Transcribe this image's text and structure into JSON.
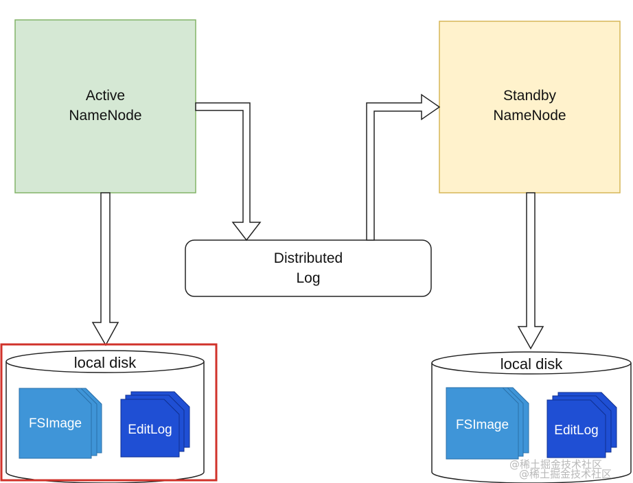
{
  "nodes": {
    "active": {
      "line1": "Active",
      "line2": "NameNode"
    },
    "standby": {
      "line1": "Standby",
      "line2": "NameNode"
    },
    "log": {
      "line1": "Distributed",
      "line2": "Log"
    }
  },
  "disks": {
    "left": {
      "label": "local disk",
      "file1": "FSImage",
      "file2": "EditLog"
    },
    "right": {
      "label": "local disk",
      "file1": "FSImage",
      "file2": "EditLog"
    }
  },
  "watermark": "@稀土掘金技术社区",
  "colors": {
    "active_fill": "#d5e8d4",
    "active_stroke": "#82b366",
    "standby_fill": "#fff2cc",
    "standby_stroke": "#d6b656",
    "fsimage_fill": "#3f95d8",
    "editlog_fill": "#1f4fd4",
    "highlight": "#d0322a"
  },
  "highlight": "left-local-disk"
}
